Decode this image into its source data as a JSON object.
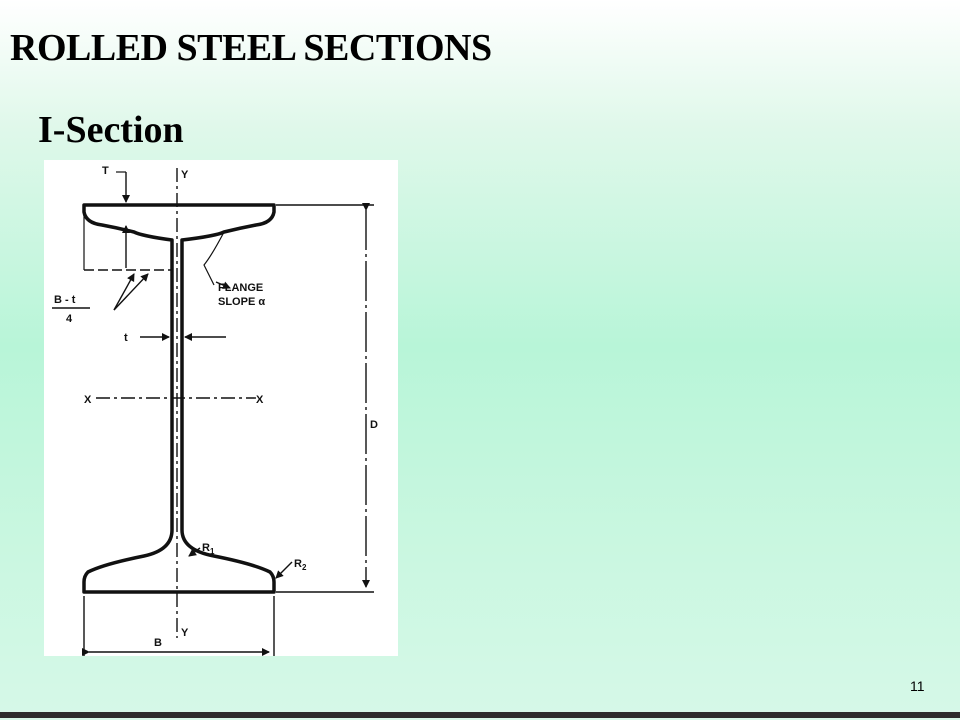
{
  "slide": {
    "title": "ROLLED STEEL SECTIONS",
    "subtitle": "I-Section",
    "page_number": "11"
  },
  "diagram": {
    "labels": {
      "flange_thickness": "T",
      "axis_y_top": "Y",
      "axis_y_bottom": "Y",
      "axis_x_left": "X",
      "axis_x_right": "X",
      "web_thickness": "t",
      "fraction_numerator": "B - t",
      "fraction_denominator": "4",
      "flange_slope_line1": "FLANGE",
      "flange_slope_line2": "SLOPE α",
      "depth": "D",
      "width": "B",
      "root_radius": "R",
      "root_radius_sub": "1",
      "toe_radius": "R",
      "toe_radius_sub": "2"
    }
  }
}
